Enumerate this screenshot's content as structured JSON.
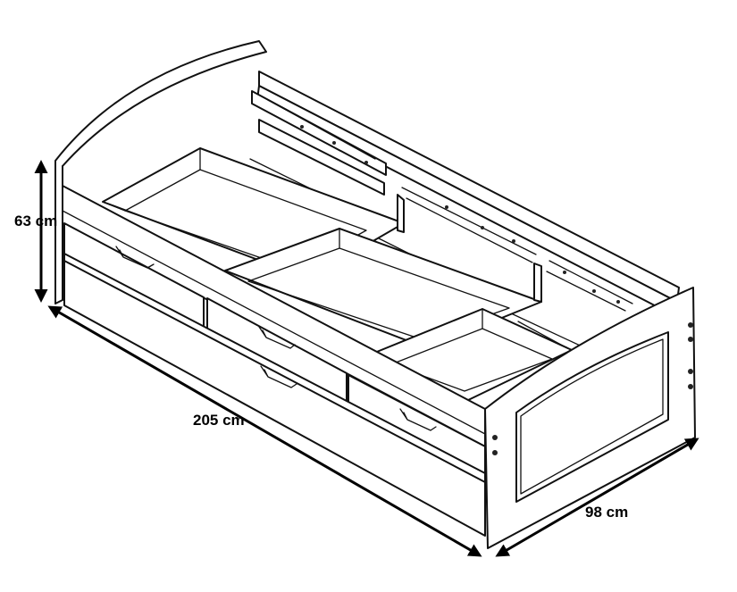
{
  "dimensions": {
    "height": "63 cm",
    "length": "205 cm",
    "width": "98 cm"
  }
}
